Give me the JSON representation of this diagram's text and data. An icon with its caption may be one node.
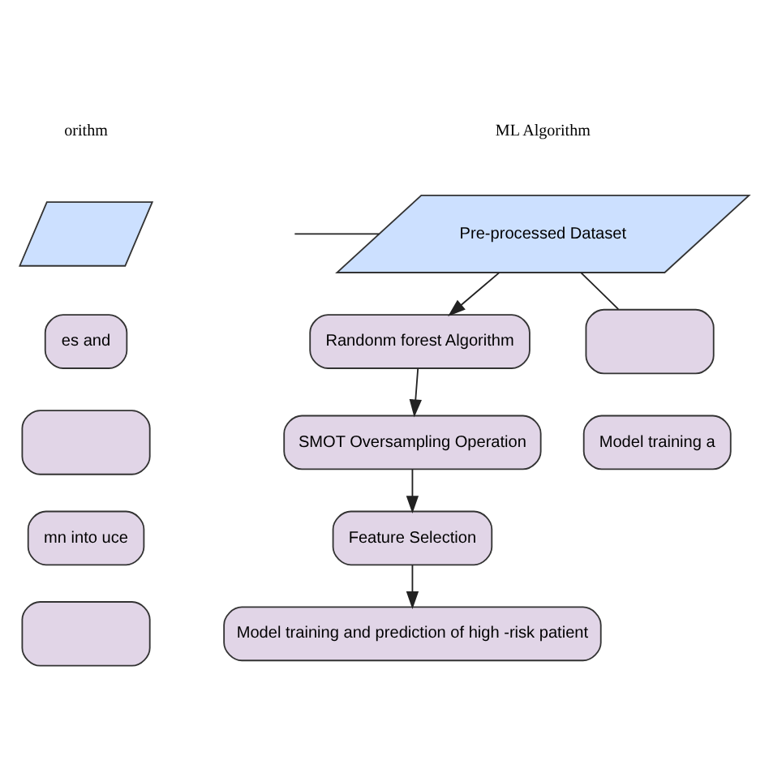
{
  "diagram": {
    "nodes": [
      {
        "text": [],
        "shape": "parallelogram"
      },
      {
        "text": [
          "es and"
        ]
      },
      {
        "text": [],
        "shape": "box"
      },
      {
        "text": [
          "mn into uce"
        ]
      },
      {
        "text": [],
        "shape": "box"
      },
      {
        "text": [
          "Pre-processed Dataset"
        ]
      },
      {
        "text": [
          "Randonm forest Algorithm"
        ]
      },
      {
        "text": [
          "SMOT Oversampling Operation"
        ]
      },
      {
        "text": [
          "Feature Selection"
        ]
      },
      {
        "text": [
          "Model training and prediction of high -risk patient"
        ]
      },
      {
        "text": [],
        "shape": "box"
      },
      {
        "text": [
          "Model training a"
        ]
      }
    ],
    "edges": [
      {
        "from": null,
        "to": 5,
        "arrow": "none"
      },
      {
        "from": 5,
        "to": 6,
        "arrow": "to"
      },
      {
        "from": 5,
        "to": 10,
        "arrow": "none"
      },
      {
        "from": 6,
        "to": 7,
        "arrow": "to"
      },
      {
        "from": 7,
        "to": 8,
        "arrow": "to"
      },
      {
        "from": 8,
        "to": 9,
        "arrow": "to"
      }
    ],
    "labels": [
      "orithm",
      "ML Algorithm"
    ]
  }
}
